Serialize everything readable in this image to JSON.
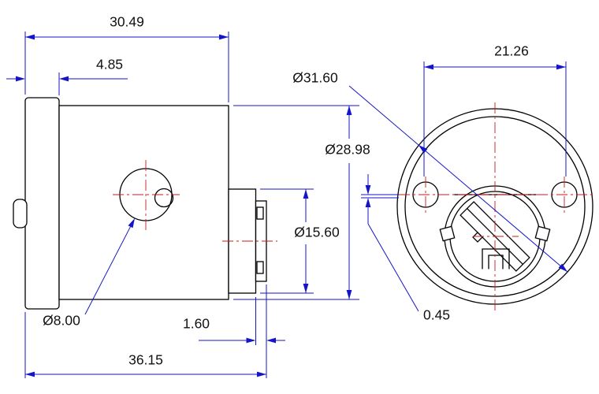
{
  "colors": {
    "geometry_line": "#000000",
    "dimension_line": "#1414c8",
    "centerline": "#cc1a1a",
    "text": "#111111",
    "background": "#ffffff"
  },
  "side_view": {
    "dimensions": {
      "body_length": "30.49",
      "flange_thickness": "4.85",
      "body_diameter": "Ø28.98",
      "cam_diameter": "Ø15.60",
      "hole_diameter": "Ø8.00",
      "cam_tip_thickness": "1.60",
      "overall_length": "36.15"
    }
  },
  "front_view": {
    "dimensions": {
      "flange_diameter": "Ø31.60",
      "mounting_hole_spacing": "21.26",
      "plug_offset": "0.45"
    }
  }
}
